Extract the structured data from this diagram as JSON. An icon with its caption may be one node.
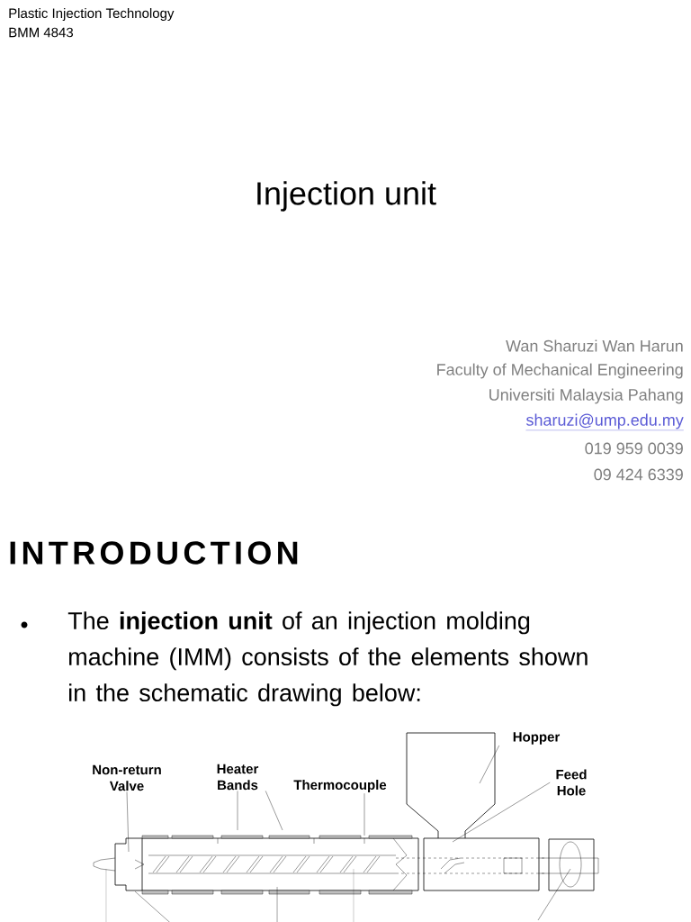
{
  "diagram": {
    "title": "Injection unit",
    "nodes": [
      {
        "text": [
          "Non-return Valve"
        ]
      },
      {
        "text": [
          "Heater Bands"
        ]
      },
      {
        "text": [
          "Thermocouple"
        ]
      },
      {
        "text": [
          "Hopper"
        ]
      },
      {
        "text": [
          "Feed Hole"
        ]
      }
    ],
    "edges": [
      {
        "from": 0,
        "to": null,
        "arrow": "none"
      },
      {
        "from": 1,
        "to": null,
        "arrow": "none"
      },
      {
        "from": 1,
        "to": null,
        "arrow": "none"
      },
      {
        "from": 2,
        "to": null,
        "arrow": "none"
      },
      {
        "from": 3,
        "to": null,
        "arrow": "none"
      },
      {
        "from": 4,
        "to": null,
        "arrow": "none"
      }
    ],
    "labels": [
      "Plastic Injection Technology",
      "BMM 4843",
      "Wan Sharuzi Wan Harun",
      "Faculty of Mechanical Engineering",
      "Universiti Malaysia Pahang",
      "sharuzi@ump.edu.my",
      "019 959 0039",
      "09 424 6339",
      "INTRODUCTION",
      "The **injection unit** of an injection molding machine (IMM) consists of the elements shown in the schematic drawing  below:"
    ]
  }
}
